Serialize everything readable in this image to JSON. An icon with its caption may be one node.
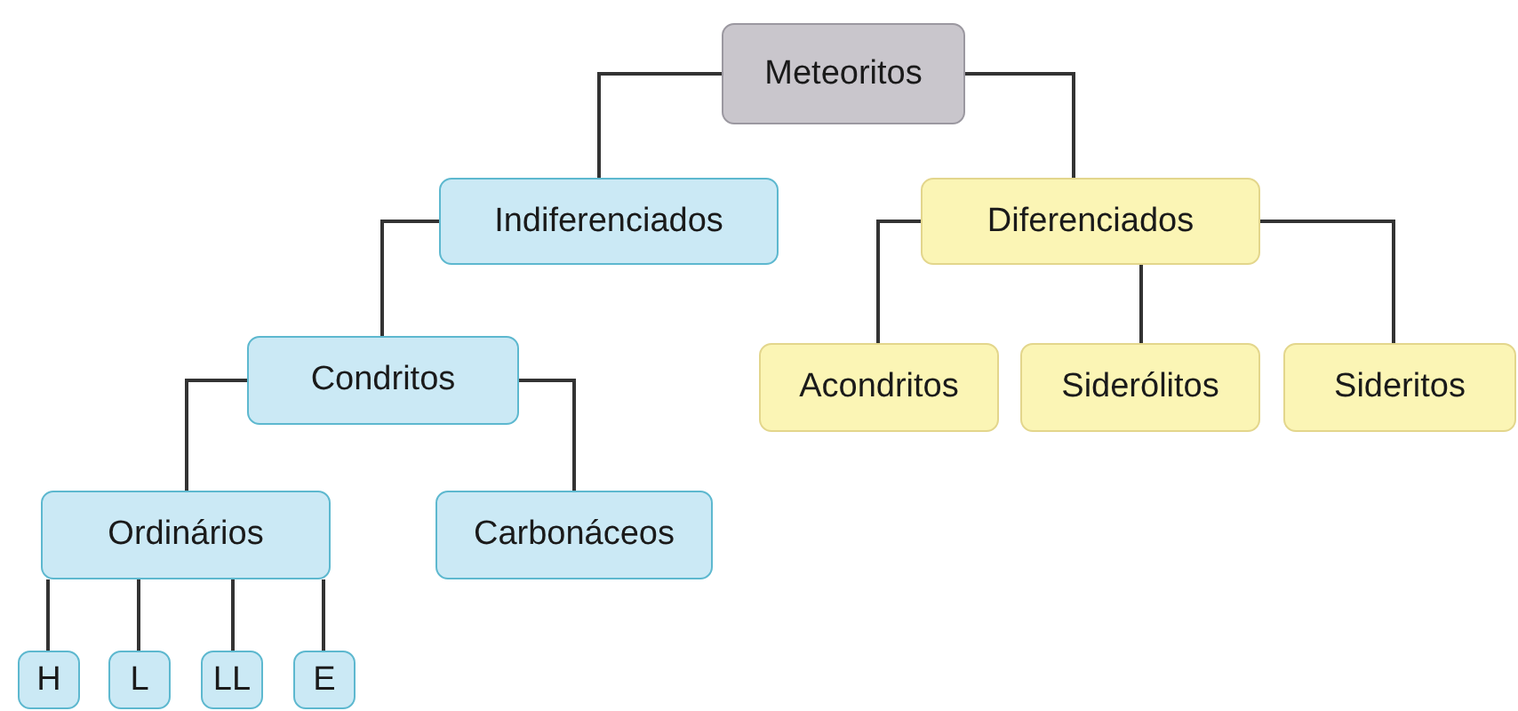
{
  "diagram": {
    "nodes": [
      {
        "text": [
          "Meteoritos"
        ]
      },
      {
        "text": [
          "Indiferenciados"
        ]
      },
      {
        "text": [
          "Diferenciados"
        ]
      },
      {
        "text": [
          "Condritos"
        ]
      },
      {
        "text": [
          "Acondritos"
        ]
      },
      {
        "text": [
          "Siderólitos"
        ]
      },
      {
        "text": [
          "Sideritos"
        ]
      },
      {
        "text": [
          "Ordinários"
        ]
      },
      {
        "text": [
          "Carbonáceos"
        ]
      },
      {
        "text": [
          "H"
        ]
      },
      {
        "text": [
          "L"
        ]
      },
      {
        "text": [
          "LL"
        ]
      },
      {
        "text": [
          "E"
        ]
      }
    ],
    "edges": [
      {
        "from": 0,
        "to": 1,
        "arrow": "none"
      },
      {
        "from": 0,
        "to": 2,
        "arrow": "none"
      },
      {
        "from": 1,
        "to": 3,
        "arrow": "none"
      },
      {
        "from": 2,
        "to": 4,
        "arrow": "none"
      },
      {
        "from": 2,
        "to": 5,
        "arrow": "none"
      },
      {
        "from": 2,
        "to": 6,
        "arrow": "none"
      },
      {
        "from": 3,
        "to": 7,
        "arrow": "none"
      },
      {
        "from": 3,
        "to": 8,
        "arrow": "none"
      },
      {
        "from": 7,
        "to": 9,
        "arrow": "none"
      },
      {
        "from": 7,
        "to": 10,
        "arrow": "none"
      },
      {
        "from": 7,
        "to": 11,
        "arrow": "none"
      },
      {
        "from": 7,
        "to": 12,
        "arrow": "none"
      }
    ]
  }
}
